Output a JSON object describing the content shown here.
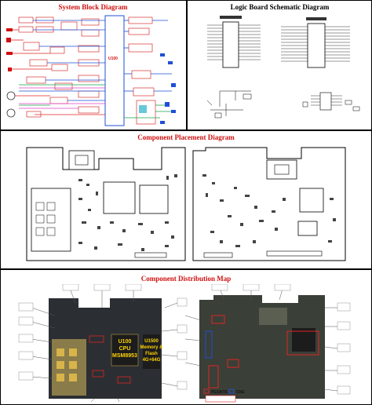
{
  "sections": {
    "system_block": {
      "title": "System Block Diagram",
      "cpu_label": "U100"
    },
    "logic_board": {
      "title": "Logic Board Schematic Diagram"
    },
    "placement": {
      "title": "Component Placement Diagram"
    },
    "distribution": {
      "title": "Component Distribution Map",
      "chip_cpu": "U100\nCPU\nMSM8953",
      "chip_cpu_lines": [
        "U100",
        "CPU",
        "MSM8953"
      ],
      "chip_mem_lines": [
        "U1500",
        "Memory &",
        "Flash",
        "4G+64G"
      ],
      "legend_left": "PEXAIT6",
      "legend_right": "OXE"
    }
  },
  "colors": {
    "title_red": "#d01010",
    "board_dark": "#2b2f33",
    "board_green": "#3a3f37",
    "line_blue": "#1f4fd6",
    "line_red": "#e02424",
    "line_pink": "#e040c0",
    "line_green": "#17a34a",
    "watermark": "#c9d6e6"
  }
}
